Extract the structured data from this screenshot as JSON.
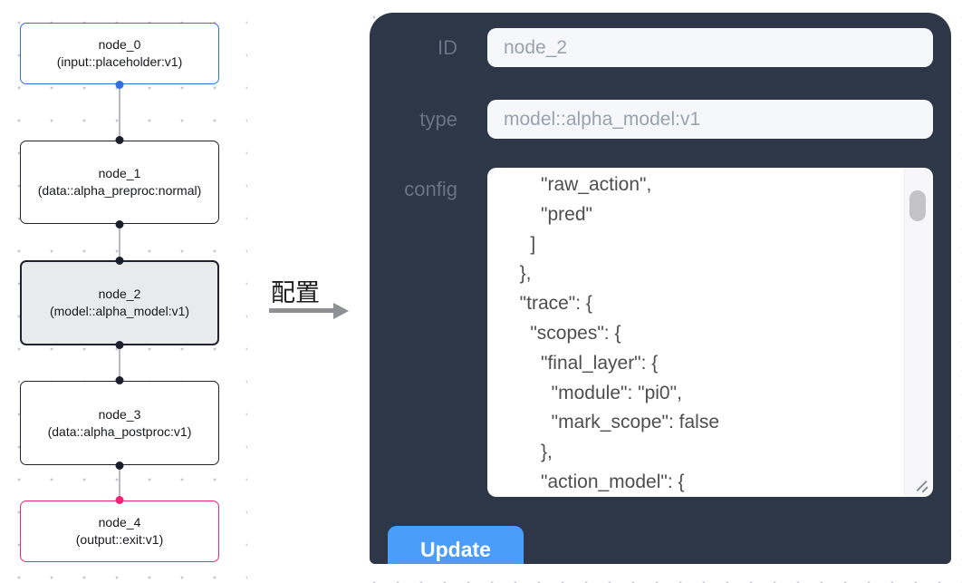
{
  "graph": {
    "nodes": [
      {
        "id": "node_0",
        "type_label": "(input::placeholder:v1)",
        "accent": "#2f6fe0",
        "selected": false
      },
      {
        "id": "node_1",
        "type_label": "(data::alpha_preproc:normal)",
        "accent": "#20222f",
        "selected": false
      },
      {
        "id": "node_2",
        "type_label": "(model::alpha_model:v1)",
        "accent": "#20222f",
        "selected": true
      },
      {
        "id": "node_3",
        "type_label": "(data::alpha_postproc:v1)",
        "accent": "#20222f",
        "selected": false
      },
      {
        "id": "node_4",
        "type_label": "(output::exit:v1)",
        "accent": "#f02579",
        "selected": false
      }
    ]
  },
  "transition": {
    "label": "配置"
  },
  "panel": {
    "id_field": {
      "label": "ID",
      "value": "node_2"
    },
    "type_field": {
      "label": "type",
      "value": "model::alpha_model:v1"
    },
    "config_field": {
      "label": "config",
      "value": "      \"raw_action\",\n      \"pred\"\n    ]\n  },\n  \"trace\": {\n    \"scopes\": {\n      \"final_layer\": {\n        \"module\": \"pi0\",\n        \"mark_scope\": false\n      },\n      \"action_model\": {"
    },
    "update_label": "Update"
  },
  "colors": {
    "panel_bg": "#2d3748",
    "update_button": "#4a9df8",
    "accent_blue": "#2f6fe0",
    "accent_dark": "#20222f",
    "accent_pink": "#f02579",
    "edge": "#b9bac0"
  }
}
